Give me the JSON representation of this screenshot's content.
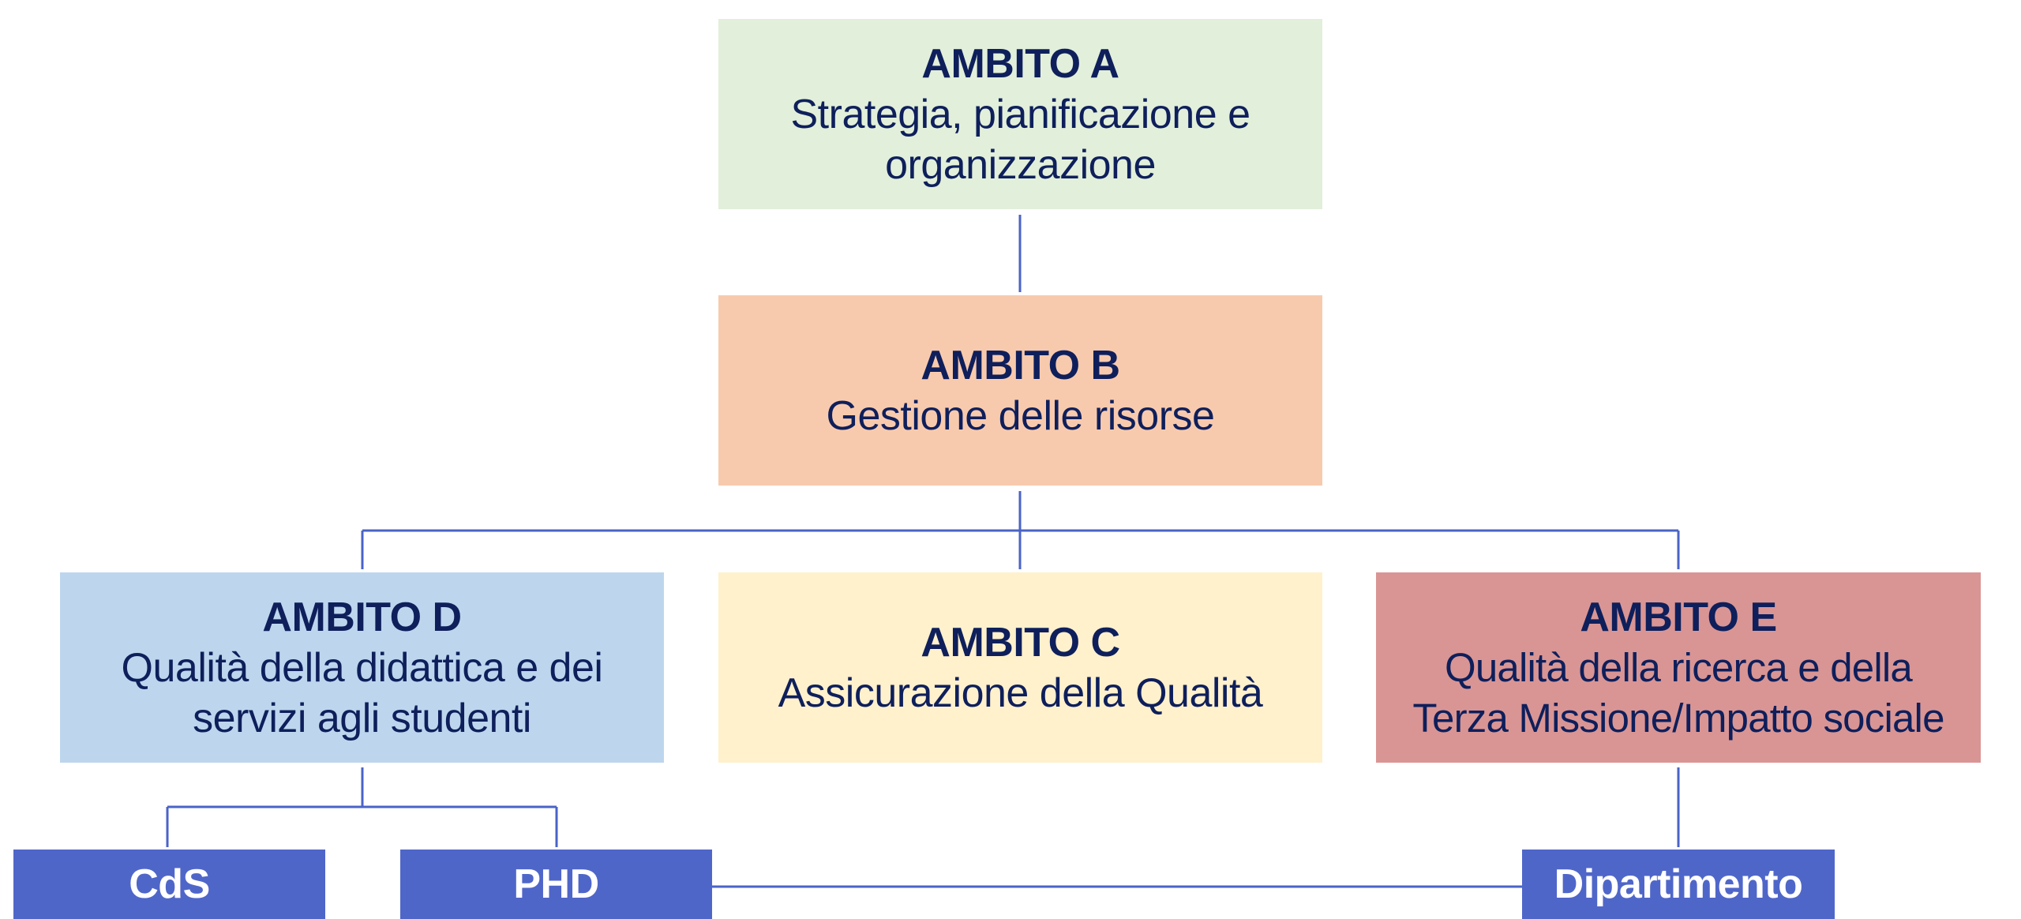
{
  "colors": {
    "connector": "#4a63c8",
    "text_dark": "#0e1f5b",
    "leaf_fill": "#4f66c9",
    "leaf_text": "#ffffff"
  },
  "ambiti": {
    "a": {
      "title": "AMBITO A",
      "desc_lines": [
        "Strategia, pianificazione e",
        "organizzazione"
      ],
      "color": "#e2efda"
    },
    "b": {
      "title": "AMBITO B",
      "desc_lines": [
        "Gestione delle risorse"
      ],
      "color": "#f8caad"
    },
    "c": {
      "title": "AMBITO C",
      "desc_lines": [
        "Assicurazione della Qualità"
      ],
      "color": "#fff1cc"
    },
    "d": {
      "title": "AMBITO D",
      "desc_lines": [
        "Qualità della didattica e dei",
        "servizi agli studenti"
      ],
      "color": "#bdd6ee"
    },
    "e": {
      "title": "AMBITO E",
      "desc_lines": [
        "Qualità della ricerca e della",
        "Terza Missione/Impatto sociale"
      ],
      "color": "#d99594"
    }
  },
  "leaves": {
    "cds": "CdS",
    "phd": "PHD",
    "dipartimento": "Dipartimento"
  }
}
